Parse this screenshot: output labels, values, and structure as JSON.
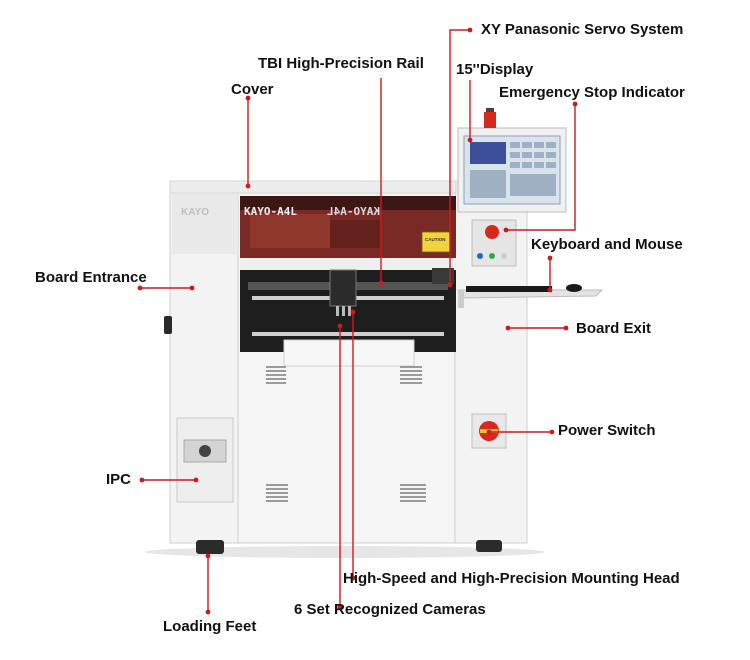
{
  "machine": {
    "brand_left": "KAYO",
    "model_name": "KAYO-A4L",
    "model_mirror": "KAYO-A4L",
    "caution_tag": "CAUTION"
  },
  "callouts": {
    "xy_servo": "XY Panasonic Servo System",
    "tbi_rail": "TBI High-Precision Rail",
    "display": "15''Display",
    "cover": "Cover",
    "emergency_stop": "Emergency Stop Indicator",
    "keyboard_mouse": "Keyboard and Mouse",
    "board_entrance": "Board Entrance",
    "board_exit": "Board Exit",
    "power_switch": "Power Switch",
    "ipc": "IPC",
    "mounting_head": "High-Speed and High-Precision Mounting Head",
    "cameras": "6 Set Recognized Cameras",
    "loading_feet": "Loading Feet"
  },
  "colors": {
    "leader": "#cc1b1b",
    "body": "#f2f2f2",
    "window_tint": "#7a2a24",
    "accent_red": "#d8271c"
  }
}
